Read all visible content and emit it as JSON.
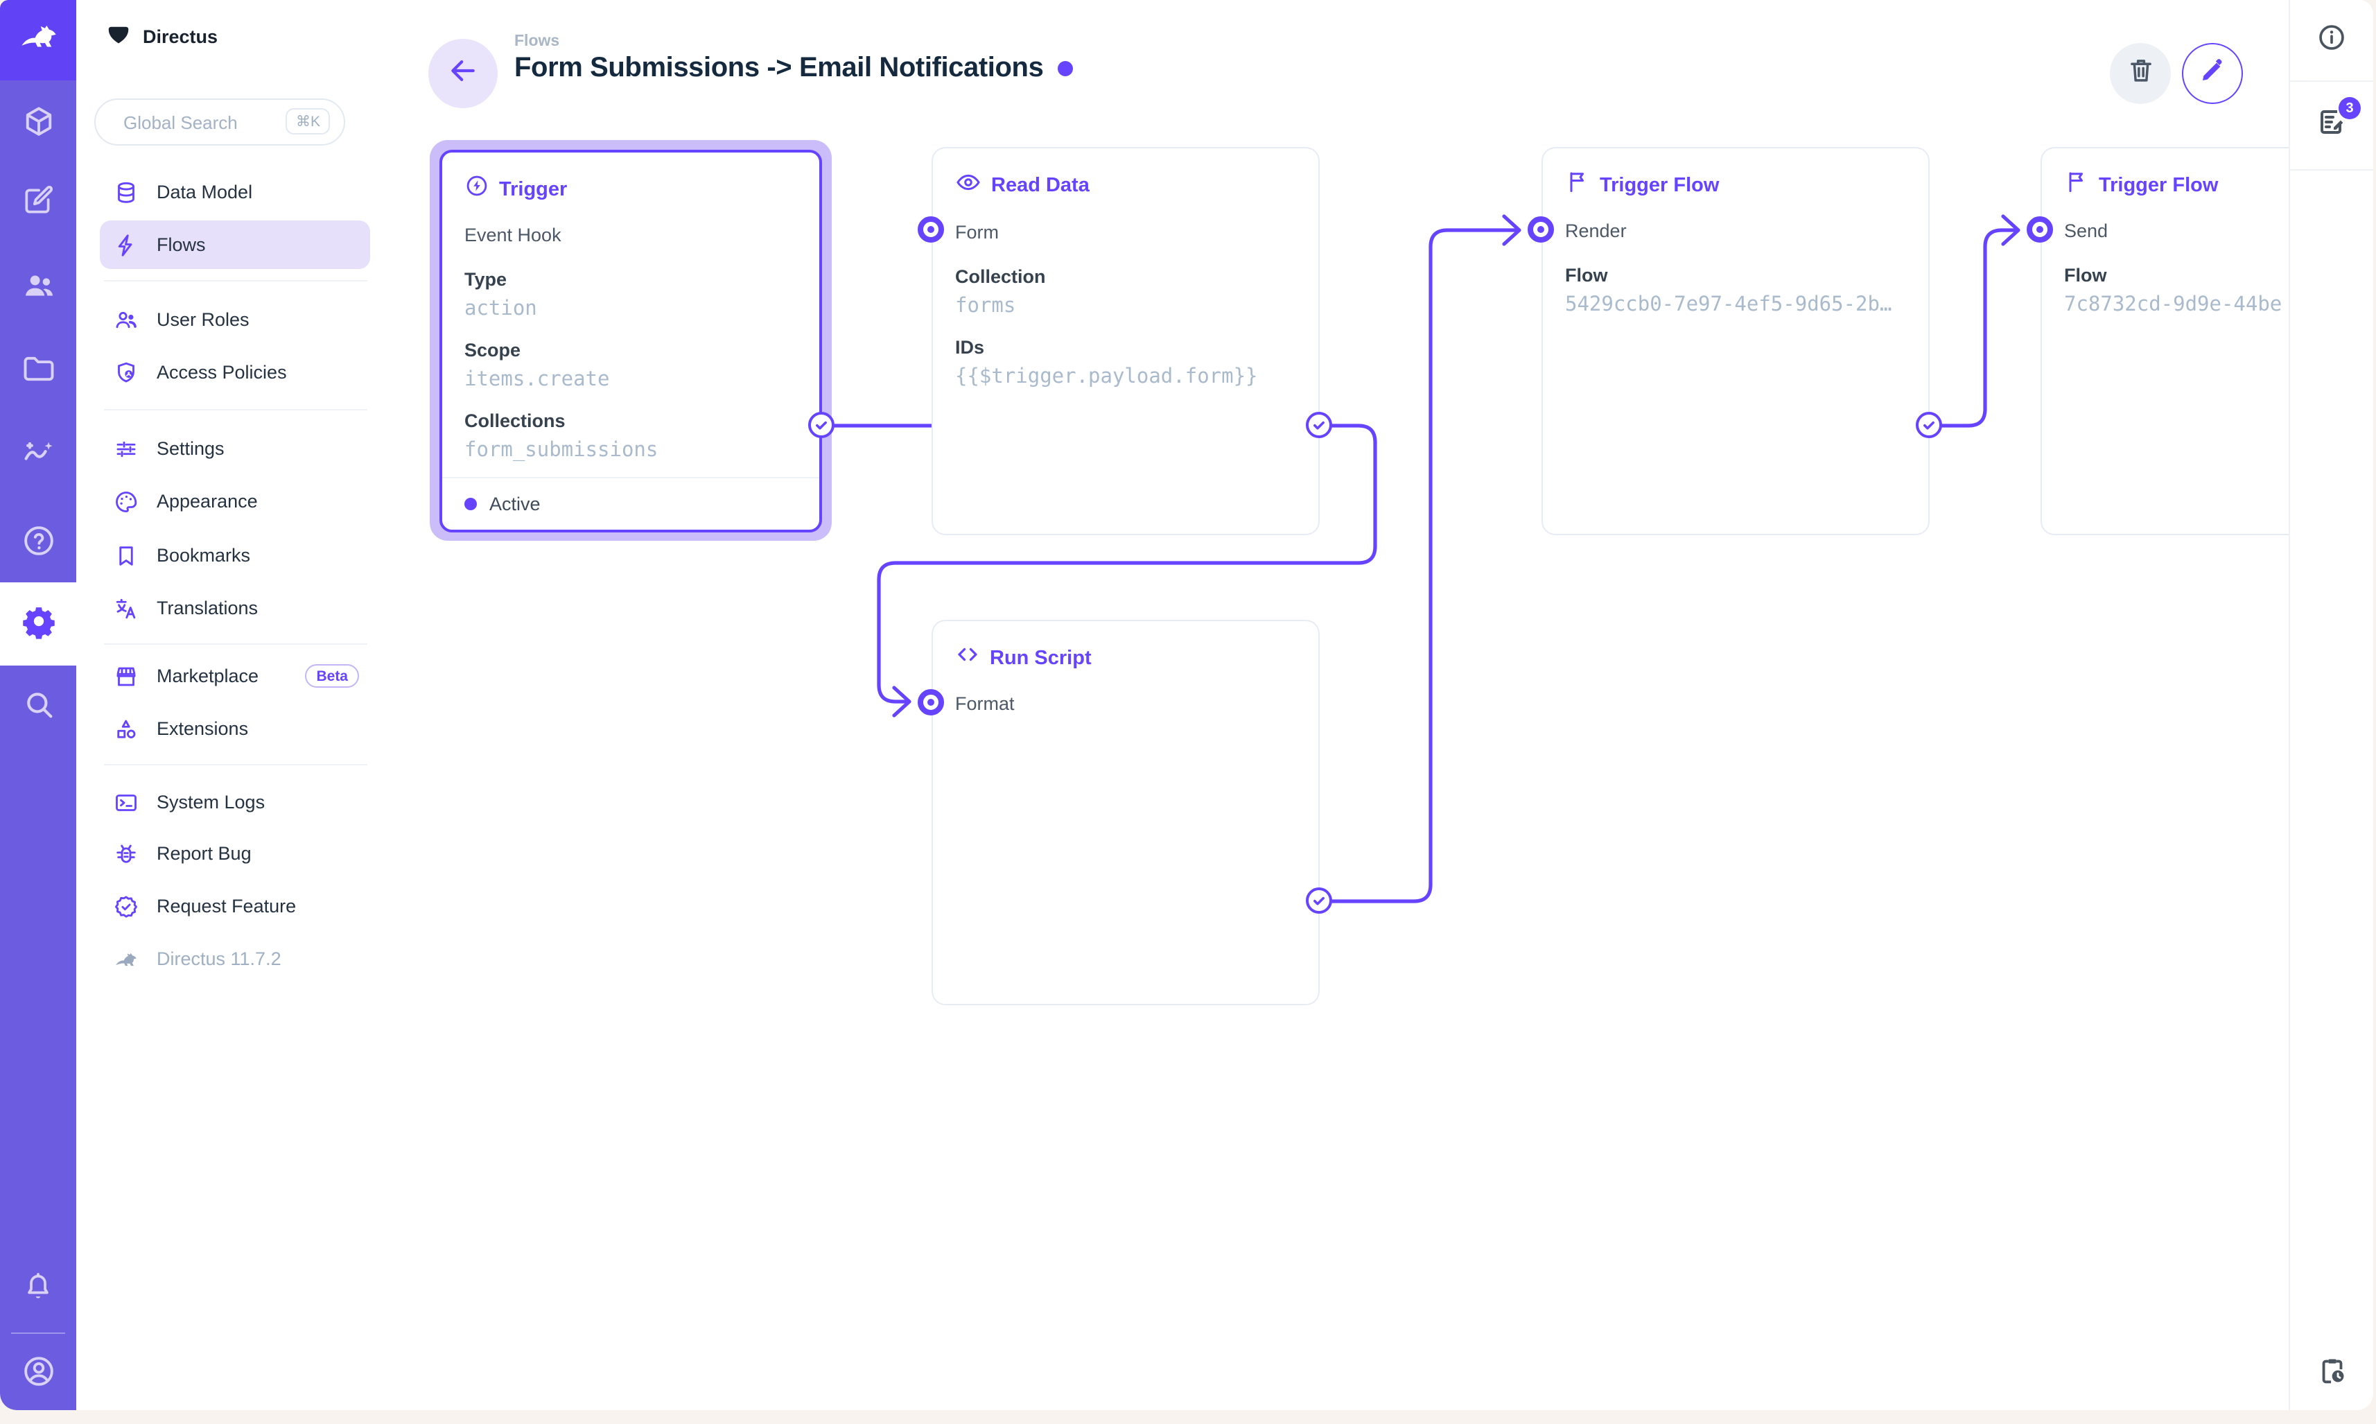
{
  "colors": {
    "brand": "#6644FF",
    "rail": "#6c5ce0",
    "rail_logo": "#6142f4",
    "selection_halo": "#cbbdf9",
    "mono_text": "#a9bacc",
    "title_text": "#15293f",
    "window_backdrop": "#f8f3ee"
  },
  "module_rail": {
    "logo_icon": "directus-rabbit-icon",
    "modules": [
      {
        "name": "content",
        "icon": "cube-icon"
      },
      {
        "name": "editor",
        "icon": "edit-square-icon"
      },
      {
        "name": "user-directory",
        "icon": "people-icon"
      },
      {
        "name": "files",
        "icon": "folder-icon"
      },
      {
        "name": "insights",
        "icon": "insights-icon"
      },
      {
        "name": "help",
        "icon": "help-circle-icon"
      },
      {
        "name": "settings",
        "icon": "gear-icon",
        "active": true
      },
      {
        "name": "search",
        "icon": "search-icon"
      }
    ],
    "bottom": [
      {
        "name": "notifications",
        "icon": "bell-icon"
      },
      {
        "name": "account",
        "icon": "avatar-icon"
      }
    ]
  },
  "sidebar": {
    "project_name": "Directus",
    "search": {
      "placeholder": "Global Search",
      "shortcut": "⌘K"
    },
    "groups": [
      {
        "items": [
          {
            "label": "Data Model"
          },
          {
            "label": "Flows",
            "active": true
          }
        ]
      },
      {
        "items": [
          {
            "label": "User Roles"
          },
          {
            "label": "Access Policies"
          }
        ]
      },
      {
        "items": [
          {
            "label": "Settings"
          },
          {
            "label": "Appearance"
          },
          {
            "label": "Bookmarks"
          },
          {
            "label": "Translations"
          }
        ]
      },
      {
        "items": [
          {
            "label": "Marketplace",
            "badge": "Beta"
          },
          {
            "label": "Extensions"
          }
        ]
      },
      {
        "items": [
          {
            "label": "System Logs"
          },
          {
            "label": "Report Bug"
          },
          {
            "label": "Request Feature"
          }
        ]
      }
    ],
    "version": "Directus 11.7.2"
  },
  "header": {
    "breadcrumb": "Flows",
    "title": "Form Submissions -> Email Notifications",
    "delete_action": "delete-flow",
    "edit_action": "edit-flow"
  },
  "right_panel": {
    "info_icon": "info-icon",
    "notices_icon": "logs-icon",
    "notices_count": "3",
    "bottom_icon": "clipboard-clock-icon"
  },
  "canvas": {
    "panels": [
      {
        "id": "trigger",
        "title": "Trigger",
        "icon": "bolt-circle-icon",
        "name": "Event Hook",
        "selected": true,
        "fields": [
          {
            "label": "Type",
            "value": "action"
          },
          {
            "label": "Scope",
            "value": "items.create"
          },
          {
            "label": "Collections",
            "value": "form_submissions"
          }
        ],
        "status": "Active"
      },
      {
        "id": "read_data",
        "title": "Read Data",
        "icon": "eye-icon",
        "name": "Form",
        "fields": [
          {
            "label": "Collection",
            "value": "forms"
          },
          {
            "label": "IDs",
            "value": "{{$trigger.payload.form}}"
          }
        ]
      },
      {
        "id": "run_script",
        "title": "Run Script",
        "icon": "code-icon",
        "name": "Format",
        "fields": []
      },
      {
        "id": "trigger_flow_render",
        "title": "Trigger Flow",
        "icon": "flag-icon",
        "name": "Render",
        "fields": [
          {
            "label": "Flow",
            "value": "5429ccb0-7e97-4ef5-9d65-2b…"
          }
        ]
      },
      {
        "id": "trigger_flow_send",
        "title": "Trigger Flow",
        "icon": "flag-icon",
        "name": "Send",
        "fields": [
          {
            "label": "Flow",
            "value": "7c8732cd-9d9e-44be"
          }
        ]
      }
    ]
  }
}
